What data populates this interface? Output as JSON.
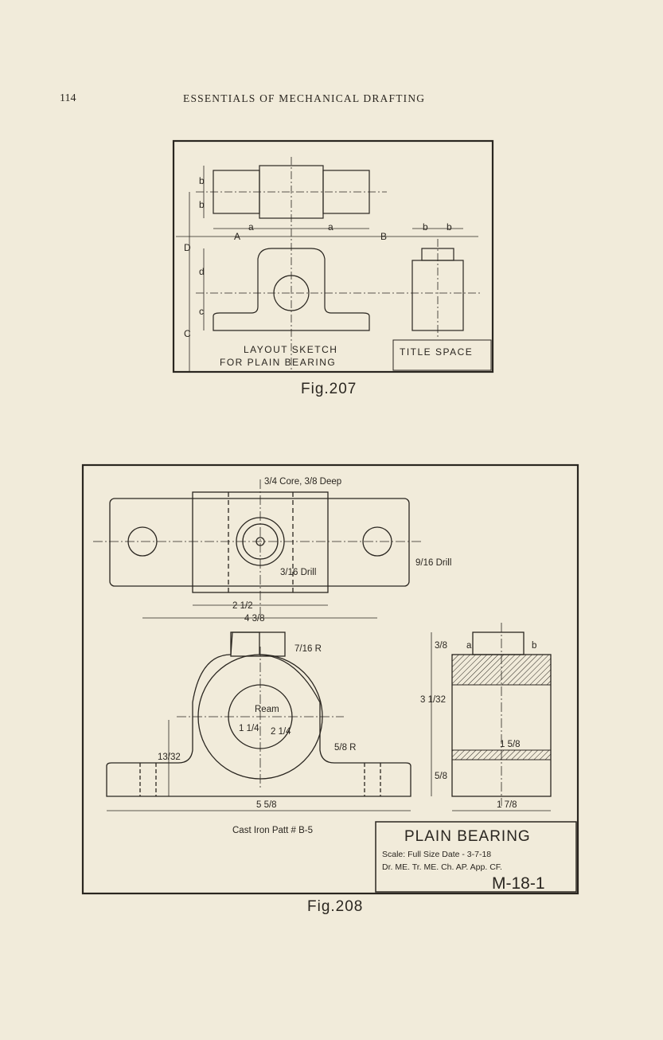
{
  "page": {
    "number": "114",
    "running_title": "ESSENTIALS OF MECHANICAL DRAFTING"
  },
  "fig207": {
    "caption": "Fig.207",
    "sketch_line1": "LAYOUT SKETCH",
    "sketch_line2": "FOR PLAIN BEARING",
    "title_space": "TITLE SPACE",
    "dims": {
      "a": "a",
      "b": "b",
      "c": "c",
      "d": "d",
      "A": "A",
      "B": "B",
      "C": "C",
      "D": "D"
    }
  },
  "fig208": {
    "caption": "Fig.208",
    "core_note": "3/4 Core, 3/8 Deep",
    "drill_small": "3/16 Drill",
    "drill_side": "9/16 Drill",
    "dim_2_half": "2 1/2",
    "dim_4_3_8": "4 3/8",
    "dim_7_16_R": "7/16 R",
    "dim_1_quarter": "1 1/4",
    "ream": "Ream",
    "dim_2_quarter": "2 1/4",
    "dim_5_8_R": "5/8 R",
    "dim_13_32": "13/32",
    "dim_5_5_8": "5 5/8",
    "dim_3_8": "3/8",
    "dim_3_1_32": "3 1/32",
    "dim_5_8": "5/8",
    "dim_1_5_8": "1 5/8",
    "dim_1_7_8": "1 7/8",
    "label_a": "a",
    "label_b": "b",
    "pattern_note": "Cast Iron Patt # B-5",
    "title_block": {
      "title": "PLAIN BEARING",
      "scale_line": "Scale: Full Size    Date - 3-7-18",
      "credits_line": "Dr. ME.  Tr. ME.  Ch. AP.  App. CF.",
      "number": "M-18-1"
    }
  }
}
